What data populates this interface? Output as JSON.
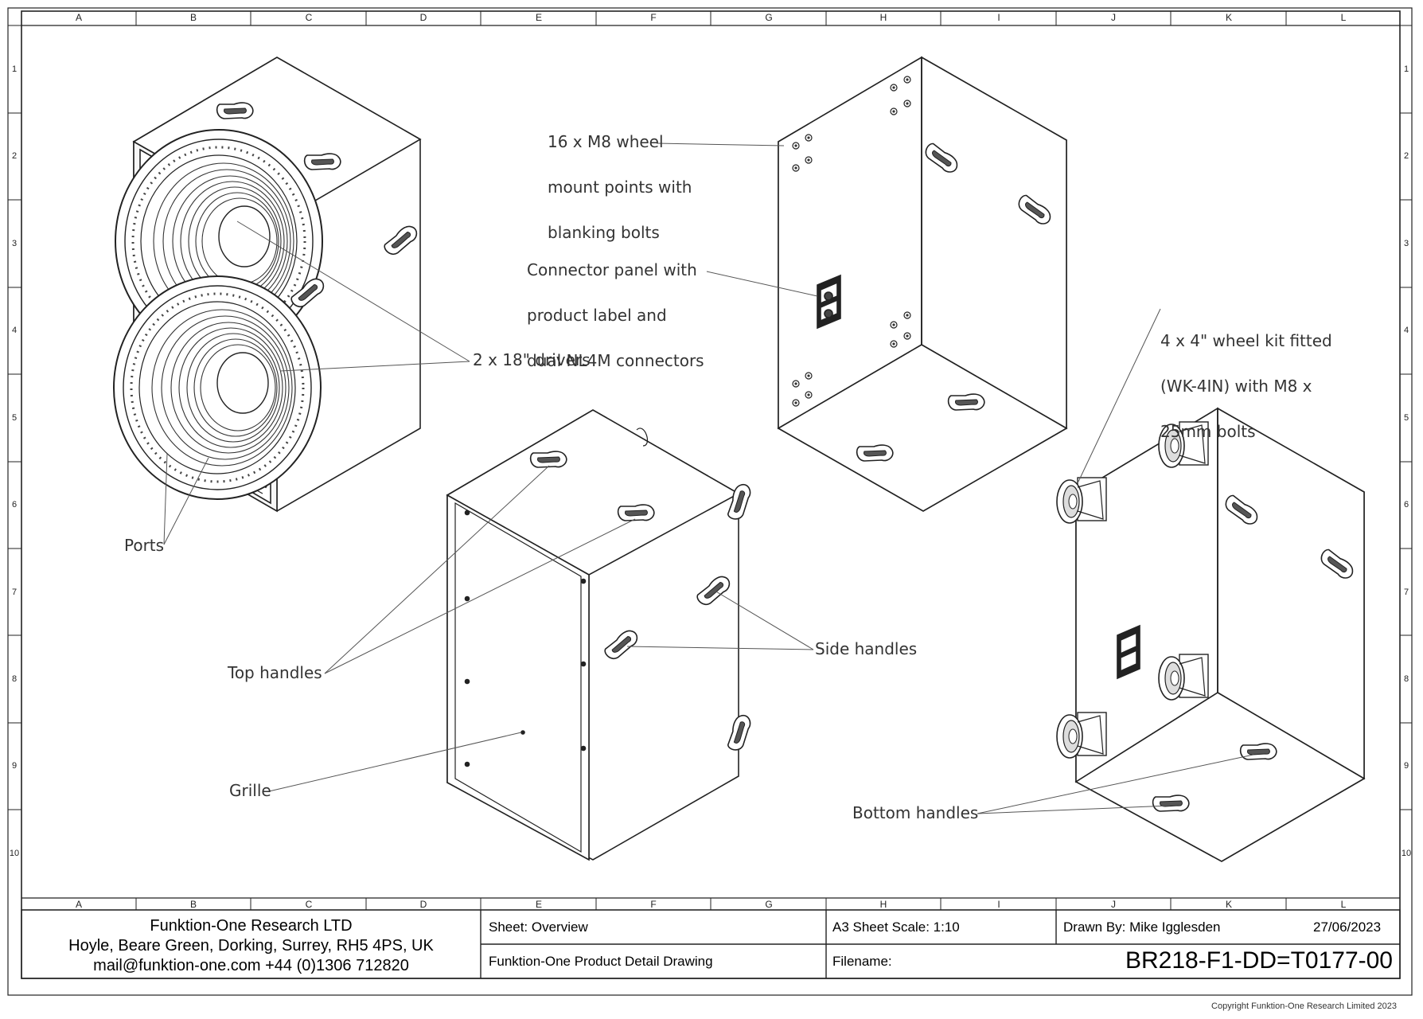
{
  "grid": {
    "columns": [
      "A",
      "B",
      "C",
      "D",
      "E",
      "F",
      "G",
      "H",
      "I",
      "J",
      "K",
      "L"
    ],
    "rows": [
      "1",
      "2",
      "3",
      "4",
      "5",
      "6",
      "7",
      "8",
      "9",
      "10"
    ]
  },
  "callouts": {
    "wheel_mounts": [
      "16 x M8 wheel",
      "mount points with",
      "blanking bolts"
    ],
    "connector_panel": [
      "Connector panel with",
      "product label and",
      "dual NL4M connectors"
    ],
    "wheel_kit": [
      "4 x 4\" wheel kit fitted",
      "(WK-4IN) with M8 x",
      "25mm bolts"
    ],
    "drivers": "2 x 18\" drivers",
    "ports": "Ports",
    "top_handles": "Top handles",
    "side_handles": "Side handles",
    "grille": "Grille",
    "bottom_handles": "Bottom handles"
  },
  "title_block": {
    "company_name": "Funktion-One Research LTD",
    "company_address": "Hoyle, Beare Green, Dorking, Surrey, RH5 4PS, UK",
    "company_contact": "mail@funktion-one.com  +44 (0)1306 712820",
    "sheet": "Sheet: Overview",
    "description": "Funktion-One Product Detail Drawing",
    "scale": "A3 Sheet Scale: 1:10",
    "filename_label": "Filename:",
    "drawn_by": "Drawn By: Mike Igglesden",
    "date": "27/06/2023",
    "filename": "BR218-F1-DD=T0177-00"
  },
  "copyright": "Copyright Funktion-One Research Limited 2023"
}
